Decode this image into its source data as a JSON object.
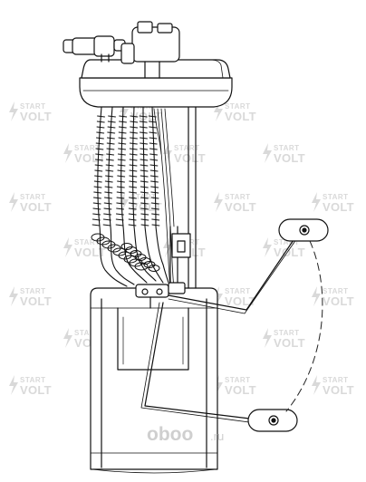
{
  "watermark": {
    "line1": "START",
    "line2": "VOLT",
    "color": "#d9d9d9"
  },
  "logo": {
    "name": "oboo",
    "tld": ".ru",
    "color": "#cfcfcf"
  },
  "colors": {
    "stroke": "#111111",
    "fill": "#ffffff",
    "dashed": "#222222"
  }
}
